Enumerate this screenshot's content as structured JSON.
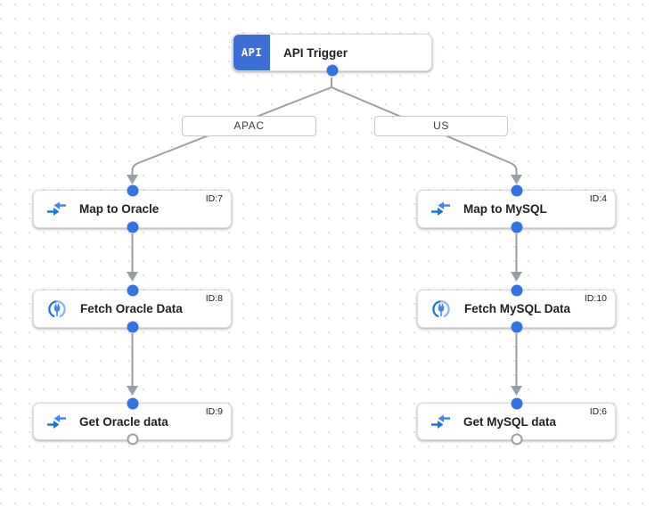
{
  "colors": {
    "accent-blue": "#3c6fd6",
    "port-blue": "#3473e2",
    "icon-blue": "#4285f4",
    "icon-blue-dark": "#1a73e8",
    "icon-blue-light": "#8ab4f8",
    "edge-gray": "#9aa0a6",
    "node-border": "#dadce0",
    "label-border": "#c6c8cb",
    "text-primary": "#202124",
    "text-secondary": "#3c4043",
    "grid-dot": "#e2e2e2"
  },
  "trigger": {
    "label": "API Trigger",
    "icon_text": "API",
    "icon": "api-icon"
  },
  "branches": [
    {
      "label": "APAC"
    },
    {
      "label": "US"
    }
  ],
  "nodes": [
    {
      "label": "Map to Oracle",
      "id": "ID:7",
      "icon": "data-mapping-icon"
    },
    {
      "label": "Fetch Oracle Data",
      "id": "ID:8",
      "icon": "connector-icon"
    },
    {
      "label": "Get Oracle data",
      "id": "ID:9",
      "icon": "data-mapping-icon"
    },
    {
      "label": "Map to MySQL",
      "id": "ID:4",
      "icon": "data-mapping-icon"
    },
    {
      "label": "Fetch MySQL Data",
      "id": "ID:10",
      "icon": "connector-icon"
    },
    {
      "label": "Get MySQL data",
      "id": "ID:6",
      "icon": "data-mapping-icon"
    }
  ]
}
